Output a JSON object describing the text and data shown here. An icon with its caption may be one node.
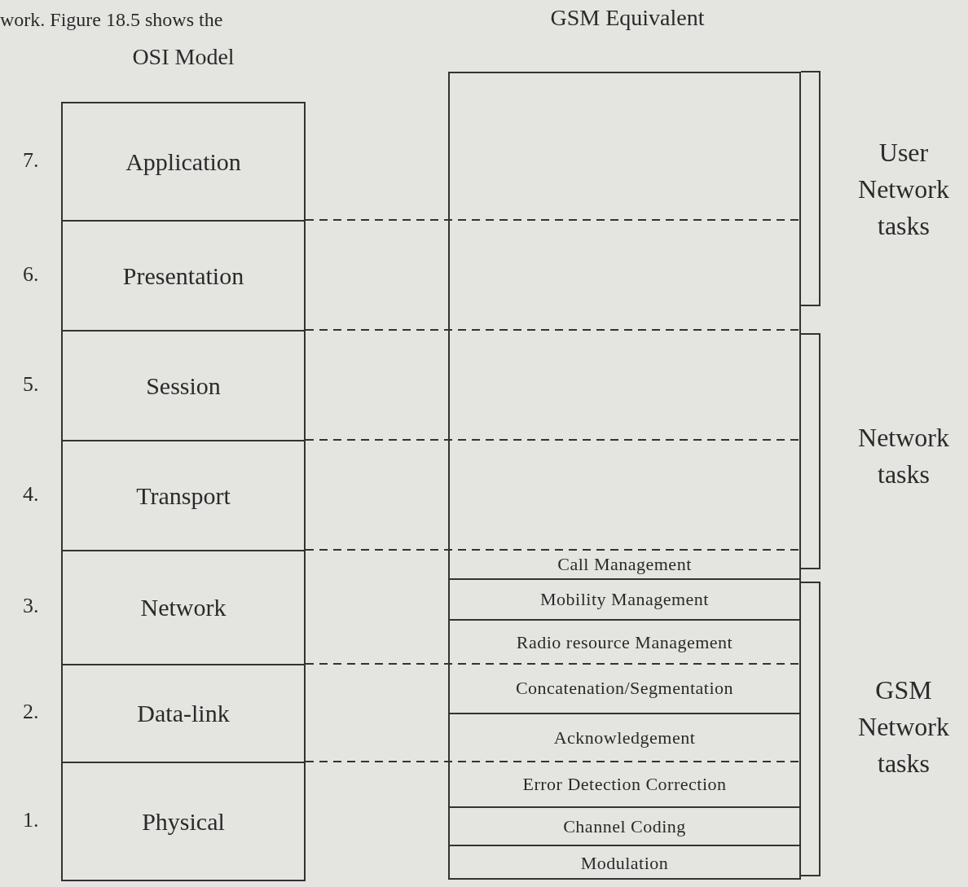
{
  "diagram": {
    "nodes": [
      {
        "text": [
          "Application"
        ],
        "beside": [
          "7."
        ]
      },
      {
        "text": [
          "Presentation"
        ],
        "beside": [
          "6."
        ]
      },
      {
        "text": [
          "Session"
        ],
        "beside": [
          "5."
        ]
      },
      {
        "text": [
          "Transport"
        ],
        "beside": [
          "4."
        ]
      },
      {
        "text": [
          "Network"
        ],
        "beside": [
          "3."
        ]
      },
      {
        "text": [
          "Data-link"
        ],
        "beside": [
          "2."
        ]
      },
      {
        "text": [
          "Physical"
        ],
        "beside": [
          "1."
        ]
      },
      {
        "text": [],
        "shape": "box"
      },
      {
        "text": [
          "Call Management"
        ],
        "in": 7
      },
      {
        "text": [
          "Mobility Management"
        ],
        "in": 7
      },
      {
        "text": [
          "Radio resource Management"
        ],
        "in": 7
      },
      {
        "text": [
          "Concatenation/Segmentation"
        ],
        "in": 7
      },
      {
        "text": [
          "Acknowledgement"
        ],
        "in": 7
      },
      {
        "text": [
          "Error Detection Correction"
        ],
        "in": 7
      },
      {
        "text": [
          "Channel Coding"
        ],
        "in": 7
      },
      {
        "text": [
          "Modulation"
        ],
        "in": 7
      }
    ],
    "labels": [
      "work. Figure 18.5 shows the",
      "GSM Equivalent",
      "OSI Model",
      "User Network tasks",
      "Network tasks",
      "GSM Network tasks"
    ]
  }
}
